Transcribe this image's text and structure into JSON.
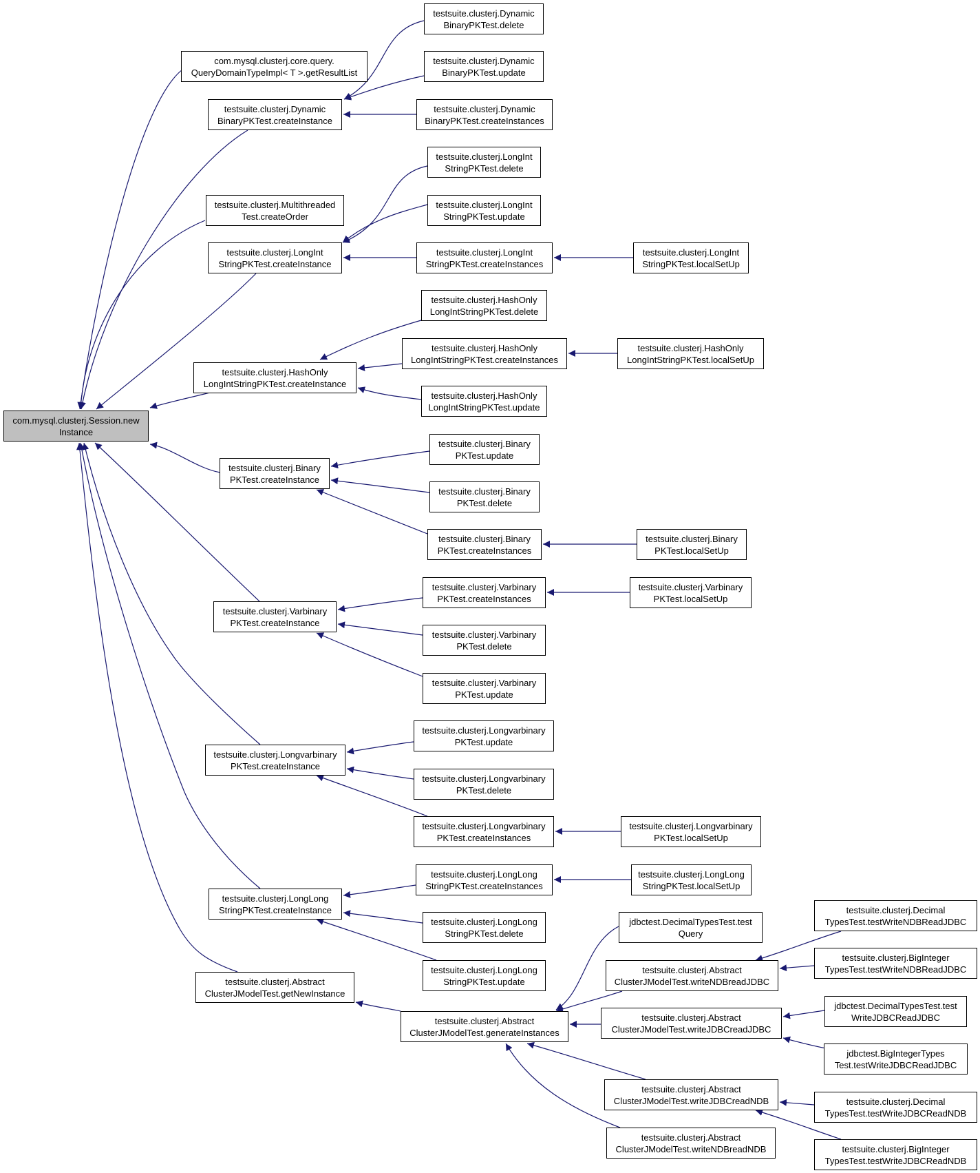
{
  "colors": {
    "edge": "#191970",
    "node_border": "#000000",
    "node_fill": "#ffffff",
    "root_fill": "#bfbfbf"
  },
  "nodes": {
    "root": [
      "com.mysql.clusterj.Session.new",
      "Instance"
    ],
    "query_domain": [
      "com.mysql.clusterj.core.query.",
      "QueryDomainTypeImpl< T >.getResultList"
    ],
    "dyn_create": [
      "testsuite.clusterj.Dynamic",
      "BinaryPKTest.createInstance"
    ],
    "multithreaded": [
      "testsuite.clusterj.Multithreaded",
      "Test.createOrder"
    ],
    "longint_create": [
      "testsuite.clusterj.LongInt",
      "StringPKTest.createInstance"
    ],
    "hash_create": [
      "testsuite.clusterj.HashOnly",
      "LongIntStringPKTest.createInstance"
    ],
    "binary_create": [
      "testsuite.clusterj.Binary",
      "PKTest.createInstance"
    ],
    "varbinary_create": [
      "testsuite.clusterj.Varbinary",
      "PKTest.createInstance"
    ],
    "longvarbinary_create": [
      "testsuite.clusterj.Longvarbinary",
      "PKTest.createInstance"
    ],
    "longlong_create": [
      "testsuite.clusterj.LongLong",
      "StringPKTest.createInstance"
    ],
    "abstract_getnew": [
      "testsuite.clusterj.Abstract",
      "ClusterJModelTest.getNewInstance"
    ],
    "dyn_delete": [
      "testsuite.clusterj.Dynamic",
      "BinaryPKTest.delete"
    ],
    "dyn_update": [
      "testsuite.clusterj.Dynamic",
      "BinaryPKTest.update"
    ],
    "dyn_creates": [
      "testsuite.clusterj.Dynamic",
      "BinaryPKTest.createInstances"
    ],
    "longint_delete": [
      "testsuite.clusterj.LongInt",
      "StringPKTest.delete"
    ],
    "longint_update": [
      "testsuite.clusterj.LongInt",
      "StringPKTest.update"
    ],
    "longint_creates": [
      "testsuite.clusterj.LongInt",
      "StringPKTest.createInstances"
    ],
    "longint_setup": [
      "testsuite.clusterj.LongInt",
      "StringPKTest.localSetUp"
    ],
    "hash_delete": [
      "testsuite.clusterj.HashOnly",
      "LongIntStringPKTest.delete"
    ],
    "hash_creates": [
      "testsuite.clusterj.HashOnly",
      "LongIntStringPKTest.createInstances"
    ],
    "hash_setup": [
      "testsuite.clusterj.HashOnly",
      "LongIntStringPKTest.localSetUp"
    ],
    "hash_update": [
      "testsuite.clusterj.HashOnly",
      "LongIntStringPKTest.update"
    ],
    "binary_update": [
      "testsuite.clusterj.Binary",
      "PKTest.update"
    ],
    "binary_delete": [
      "testsuite.clusterj.Binary",
      "PKTest.delete"
    ],
    "binary_creates": [
      "testsuite.clusterj.Binary",
      "PKTest.createInstances"
    ],
    "binary_setup": [
      "testsuite.clusterj.Binary",
      "PKTest.localSetUp"
    ],
    "varbinary_creates": [
      "testsuite.clusterj.Varbinary",
      "PKTest.createInstances"
    ],
    "varbinary_setup": [
      "testsuite.clusterj.Varbinary",
      "PKTest.localSetUp"
    ],
    "varbinary_delete": [
      "testsuite.clusterj.Varbinary",
      "PKTest.delete"
    ],
    "varbinary_update": [
      "testsuite.clusterj.Varbinary",
      "PKTest.update"
    ],
    "longvarbinary_update": [
      "testsuite.clusterj.Longvarbinary",
      "PKTest.update"
    ],
    "longvarbinary_delete": [
      "testsuite.clusterj.Longvarbinary",
      "PKTest.delete"
    ],
    "longvarbinary_creates": [
      "testsuite.clusterj.Longvarbinary",
      "PKTest.createInstances"
    ],
    "longvarbinary_setup": [
      "testsuite.clusterj.Longvarbinary",
      "PKTest.localSetUp"
    ],
    "longlong_creates": [
      "testsuite.clusterj.LongLong",
      "StringPKTest.createInstances"
    ],
    "longlong_setup": [
      "testsuite.clusterj.LongLong",
      "StringPKTest.localSetUp"
    ],
    "longlong_delete": [
      "testsuite.clusterj.LongLong",
      "StringPKTest.delete"
    ],
    "longlong_update": [
      "testsuite.clusterj.LongLong",
      "StringPKTest.update"
    ],
    "abstract_generate": [
      "testsuite.clusterj.Abstract",
      "ClusterJModelTest.generateInstances"
    ],
    "jdbc_query": [
      "jdbctest.DecimalTypesTest.test",
      "Query"
    ],
    "write_ndb_jdbc": [
      "testsuite.clusterj.Abstract",
      "ClusterJModelTest.writeNDBreadJDBC"
    ],
    "write_jdbc_jdbc": [
      "testsuite.clusterj.Abstract",
      "ClusterJModelTest.writeJDBCreadJDBC"
    ],
    "write_jdbc_ndb": [
      "testsuite.clusterj.Abstract",
      "ClusterJModelTest.writeJDBCreadNDB"
    ],
    "write_ndb_ndb": [
      "testsuite.clusterj.Abstract",
      "ClusterJModelTest.writeNDBreadNDB"
    ],
    "dec_ndb_jdbc": [
      "testsuite.clusterj.Decimal",
      "TypesTest.testWriteNDBReadJDBC"
    ],
    "bigint_ndb_jdbc": [
      "testsuite.clusterj.BigInteger",
      "TypesTest.testWriteNDBReadJDBC"
    ],
    "jdbc_dec_jdbc": [
      "jdbctest.DecimalTypesTest.test",
      "WriteJDBCReadJDBC"
    ],
    "jdbc_bigint_jdbc": [
      "jdbctest.BigIntegerTypes",
      "Test.testWriteJDBCReadJDBC"
    ],
    "dec_jdbc_ndb": [
      "testsuite.clusterj.Decimal",
      "TypesTest.testWriteJDBCReadNDB"
    ],
    "bigint_jdbc_ndb": [
      "testsuite.clusterj.BigInteger",
      "TypesTest.testWriteJDBCReadNDB"
    ]
  }
}
